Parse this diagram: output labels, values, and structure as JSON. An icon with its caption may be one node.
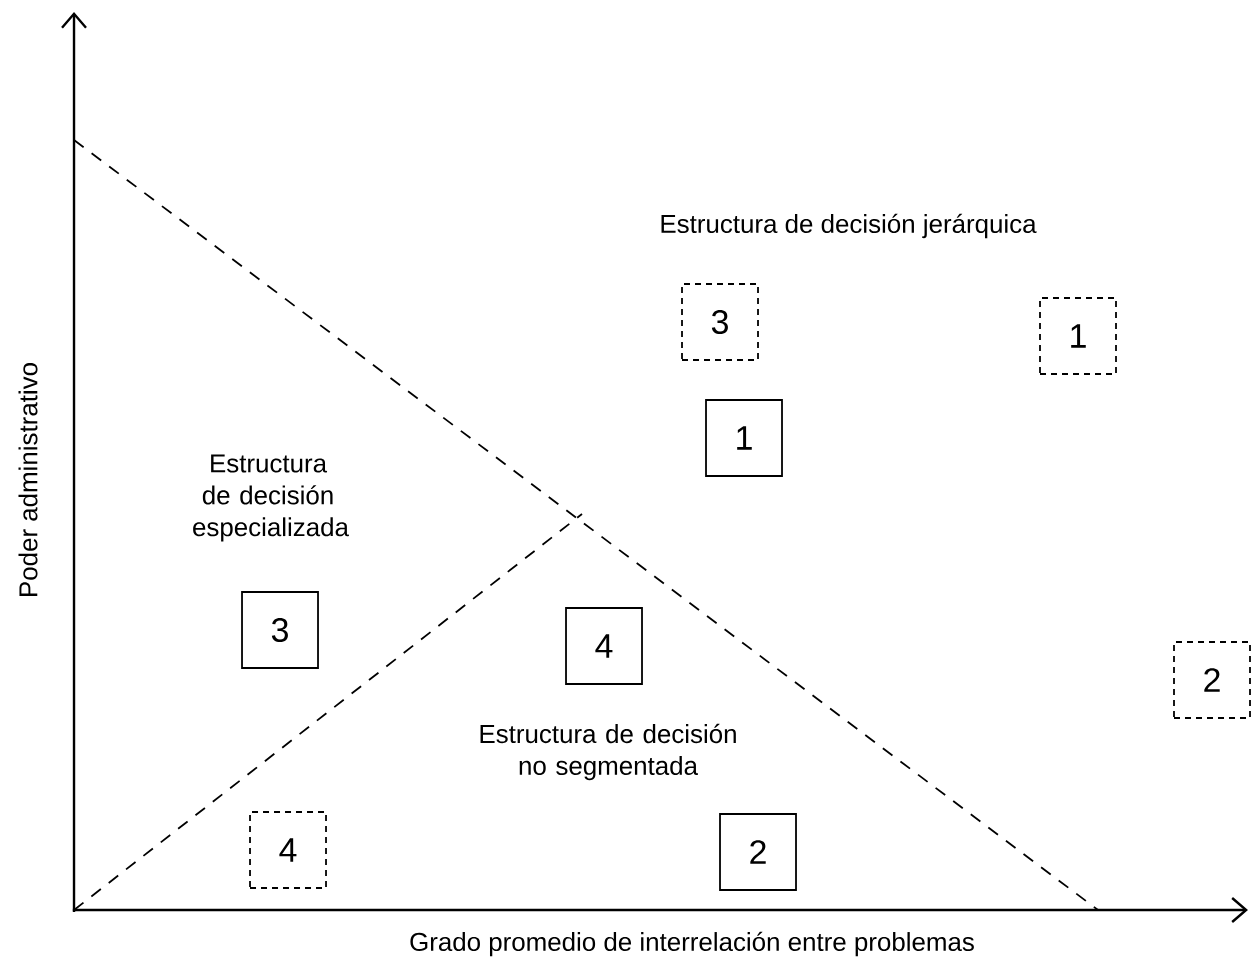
{
  "diagram": {
    "nodes": [
      {
        "text": [
          "3"
        ]
      },
      {
        "text": [
          "1"
        ]
      },
      {
        "text": [
          "1"
        ]
      },
      {
        "text": [
          "3"
        ]
      },
      {
        "text": [
          "4"
        ]
      },
      {
        "text": [
          "2"
        ]
      },
      {
        "text": [
          "4"
        ]
      },
      {
        "text": [
          "2"
        ]
      }
    ],
    "labels": [
      "Estructura de decisión jerárquica",
      "Estructura de decisión especializada",
      "Estructura de decisión no segmentada",
      "Poder administrativo",
      "Grado promedio de interrelación entre problemas"
    ]
  }
}
